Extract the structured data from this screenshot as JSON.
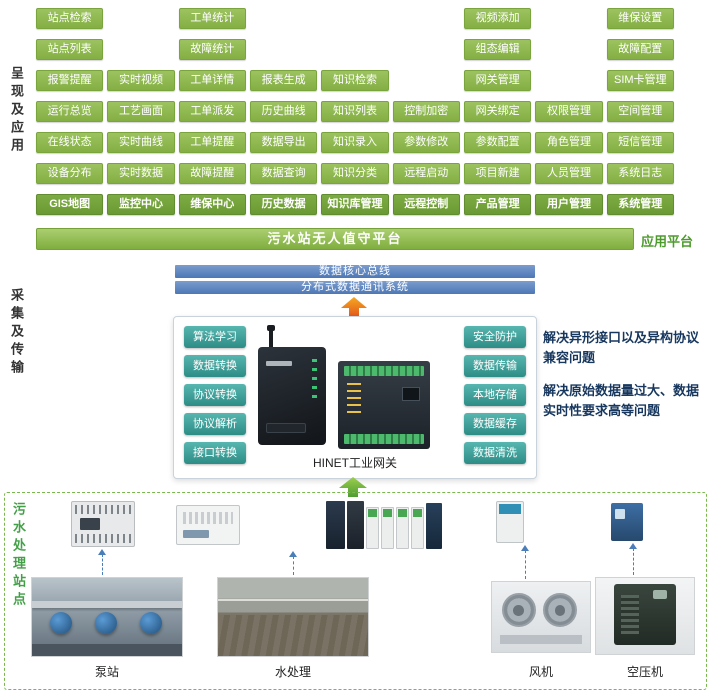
{
  "side_labels": {
    "presentation": "呈现及应用",
    "collection": "采集及传输",
    "site": "污水处理站点"
  },
  "app_grid": {
    "col1": {
      "items": [
        "站点检索",
        "站点列表",
        "报警提醒",
        "运行总览",
        "在线状态",
        "设备分布"
      ],
      "footer": "GIS地图"
    },
    "col2": {
      "items": [
        "实时视频",
        "工艺画面",
        "实时曲线",
        "实时数据"
      ],
      "footer": "监控中心"
    },
    "col3": {
      "items": [
        "工单统计",
        "故障统计",
        "工单详情",
        "工单派发",
        "工单提醒",
        "故障提醒"
      ],
      "footer": "维保中心"
    },
    "col4": {
      "items": [
        "报表生成",
        "历史曲线",
        "数据导出",
        "数据查询"
      ],
      "footer": "历史数据"
    },
    "col5": {
      "items": [
        "知识检索",
        "知识列表",
        "知识录入",
        "知识分类"
      ],
      "footer": "知识库管理"
    },
    "col6": {
      "items": [
        "控制加密",
        "参数修改",
        "远程启动"
      ],
      "footer": "远程控制"
    },
    "col7": {
      "items": [
        "视频添加",
        "组态编辑",
        "网关管理",
        "网关绑定",
        "参数配置",
        "项目新建"
      ],
      "footer": "产品管理"
    },
    "col8": {
      "items": [
        "权限管理",
        "角色管理",
        "人员管理"
      ],
      "footer": "用户管理"
    },
    "col9": {
      "items": [
        "维保设置",
        "故障配置",
        "SIM卡管理",
        "空间管理",
        "短信管理",
        "系统日志"
      ],
      "footer": "系统管理"
    }
  },
  "platform": {
    "bar_label": "污水站无人值守平台",
    "tag": "应用平台"
  },
  "bus": {
    "bar1": "数据核心总线",
    "bar2": "分布式数据通讯系统"
  },
  "gateway": {
    "left_functions": [
      "算法学习",
      "数据转换",
      "协议转换",
      "协议解析",
      "接口转换"
    ],
    "right_functions": [
      "安全防护",
      "数据传输",
      "本地存储",
      "数据缓存",
      "数据清洗"
    ],
    "label": "HINET工业网关"
  },
  "notes": {
    "note1": "解决异形接口以及异构协议兼容问题",
    "note2": "解决原始数据量过大、数据实时性要求高等问题"
  },
  "site": {
    "labels": {
      "pump": "泵站",
      "water": "水处理",
      "fan": "风机",
      "compressor": "空压机"
    }
  },
  "colors": {
    "green_button": "#84af44",
    "green_footer": "#6a9a34",
    "platform_green": "#7fae3e",
    "bus_blue": "#4c77b5",
    "teal_button": "#2d8d86",
    "note_text": "#17375e",
    "dashed_border": "#79b84d",
    "arrow_orange": "#e8641b",
    "arrow_green": "#5aa33a",
    "arrow_blue": "#4a7ebb"
  }
}
